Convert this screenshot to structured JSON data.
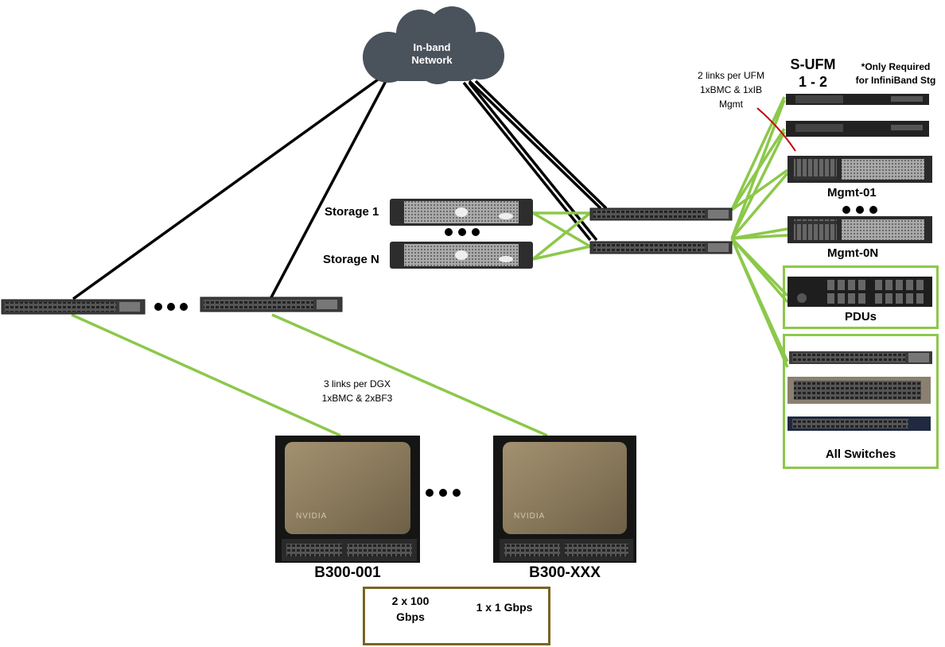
{
  "cloud": {
    "label": "In-band\nNetwork"
  },
  "storage": {
    "first": "Storage 1",
    "last": "Storage N"
  },
  "ufm": {
    "title_line1": "S-UFM",
    "title_line2": "1 - 2",
    "note_line1": "*Only Required",
    "note_line2": "for InfiniBand Stg",
    "links_line1": "2 links per UFM",
    "links_line2": "1xBMC & 1xIB",
    "links_line3": "Mgmt"
  },
  "mgmt": {
    "first": "Mgmt-01",
    "last": "Mgmt-0N"
  },
  "pdus": {
    "label": "PDUs"
  },
  "switches": {
    "label": "All Switches"
  },
  "dgx": {
    "links_line1": "3 links per DGX",
    "links_line2": "1xBMC & 2xBF3",
    "first": "B300-001",
    "last": "B300-XXX",
    "brand": "NVIDIA"
  },
  "legend": {
    "black_line1": "2 x 100",
    "black_line2": "Gbps",
    "green": "1 x 1 Gbps"
  },
  "colors": {
    "green_link": "#8cc84b",
    "black_link": "#000000",
    "ufm_arc": "#c00000",
    "cloud": "#4a525c"
  }
}
